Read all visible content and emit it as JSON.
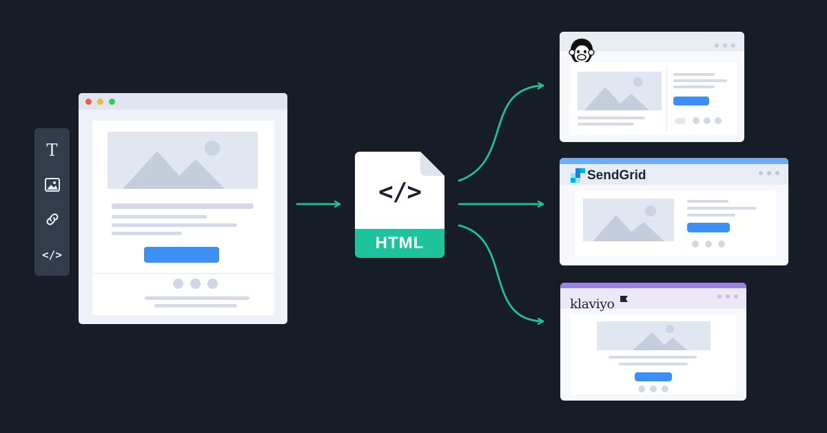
{
  "toolbar": {
    "tools": [
      {
        "icon": "text-tool-icon",
        "glyph": "T"
      },
      {
        "icon": "image-tool-icon"
      },
      {
        "icon": "link-tool-icon"
      },
      {
        "icon": "code-tool-icon",
        "glyph": "</>"
      }
    ]
  },
  "html_doc": {
    "code_glyph": "</>",
    "label": "HTML"
  },
  "targets": {
    "mailchimp": {
      "logo_icon": "mailchimp-logo-icon"
    },
    "sendgrid": {
      "logo_icon": "sendgrid-logo-icon",
      "logo_text": "SendGrid"
    },
    "klaviyo": {
      "logo_icon": "klaviyo-flag-icon",
      "logo_text": "klaviyo"
    }
  },
  "colors": {
    "background": "#171d26",
    "accent_teal": "#1ec39b",
    "button_blue": "#3f8ef5",
    "sendgrid_header": "#6aaef7",
    "klaviyo_header": "#9a82e0",
    "mac_red": "#f2574c",
    "mac_yellow": "#f6b73c",
    "mac_green": "#39c65c"
  }
}
